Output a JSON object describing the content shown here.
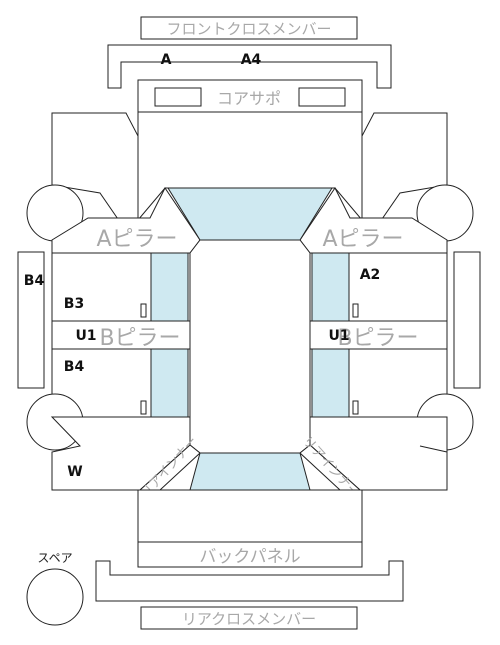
{
  "labels": {
    "front_cross_member": "フロントクロスメンバー",
    "core_support": "コアサポ",
    "a_pillar": "Aピラー",
    "b_pillar": "Bピラー",
    "back_panel": "バックパネル",
    "rear_cross_member": "リアクロスメンバー",
    "spare": "スペア",
    "rear_corner": "リアインナー"
  },
  "codes": {
    "front_a": "A",
    "front_a4": "A4",
    "left_rail_b4": "B4",
    "left_door_upper": "B3",
    "left_pillar_u1": "U1",
    "left_door_lower": "B4",
    "left_rear": "W",
    "right_door_upper": "A2",
    "right_pillar_u1": "U1"
  },
  "colors": {
    "glass": "#cfe9f1",
    "outline": "#222222",
    "label_gray": "#a8a8a8"
  }
}
